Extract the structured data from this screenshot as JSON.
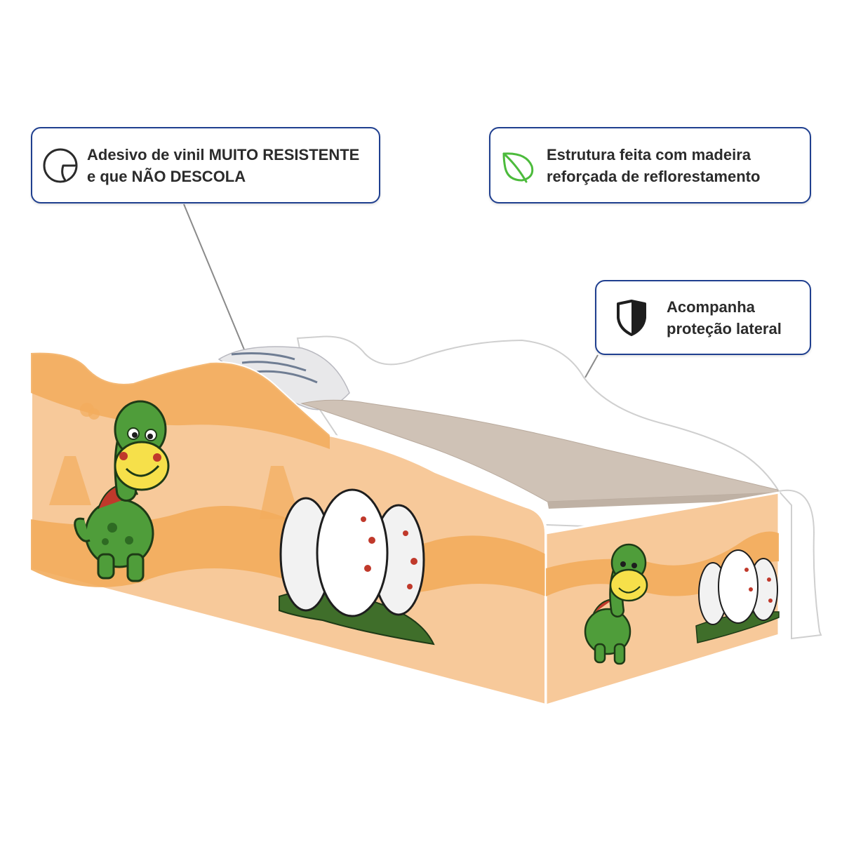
{
  "callouts": {
    "sticker": {
      "icon": "sticker-peel-icon",
      "line1": "Adesivo de vinil MUITO RESISTENTE",
      "line2": "e que NÃO DESCOLA"
    },
    "wood": {
      "icon": "leaf-icon",
      "line1": "Estrutura feita com madeira",
      "line2": "reforçada de reflorestamento"
    },
    "guard": {
      "icon": "shield-icon",
      "line1": "Acompanha",
      "line2": "proteção lateral"
    }
  },
  "colors": {
    "callout_border": "#1f3f8f",
    "text": "#2b2b2b",
    "leaf_icon": "#4cbb3c",
    "panel_light": "#f7c99a",
    "panel_dark": "#f2ac5c",
    "mattress": "#cfc2b6",
    "dino_green": "#4f9d3a",
    "dino_yellow": "#f6e04a",
    "egg_spots": "#c0392b"
  }
}
